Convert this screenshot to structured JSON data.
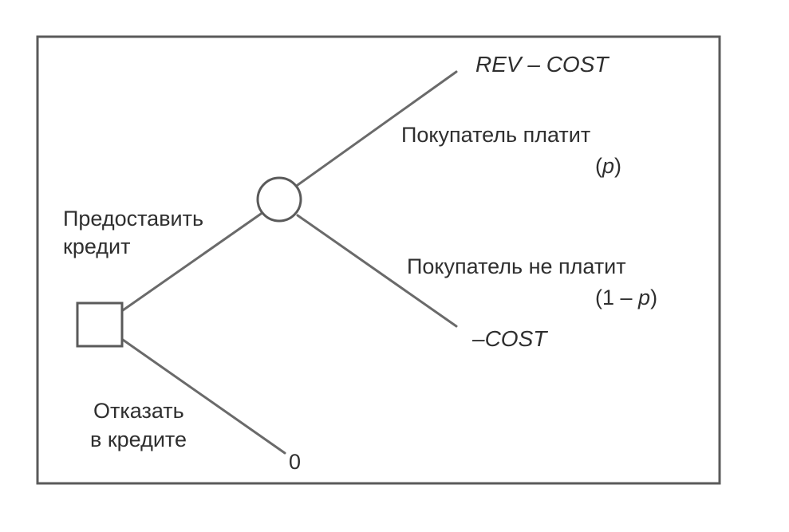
{
  "decision_tree": {
    "decision_branches": {
      "grant_label_line1": "Предоставить",
      "grant_label_line2": "кредит",
      "refuse_label_line1": "Отказать",
      "refuse_label_line2": "в кредите",
      "refuse_payoff": "0"
    },
    "chance_branches": {
      "pays_label": "Покупатель платит",
      "pays_prob_open": "(",
      "pays_prob_var": "p",
      "pays_prob_close": ")",
      "pays_payoff": "REV – COST",
      "not_pays_label": "Покупатель не платит",
      "not_pays_prob_open": "(1 – ",
      "not_pays_prob_var": "p",
      "not_pays_prob_close": ")",
      "not_pays_payoff": "–COST"
    }
  }
}
